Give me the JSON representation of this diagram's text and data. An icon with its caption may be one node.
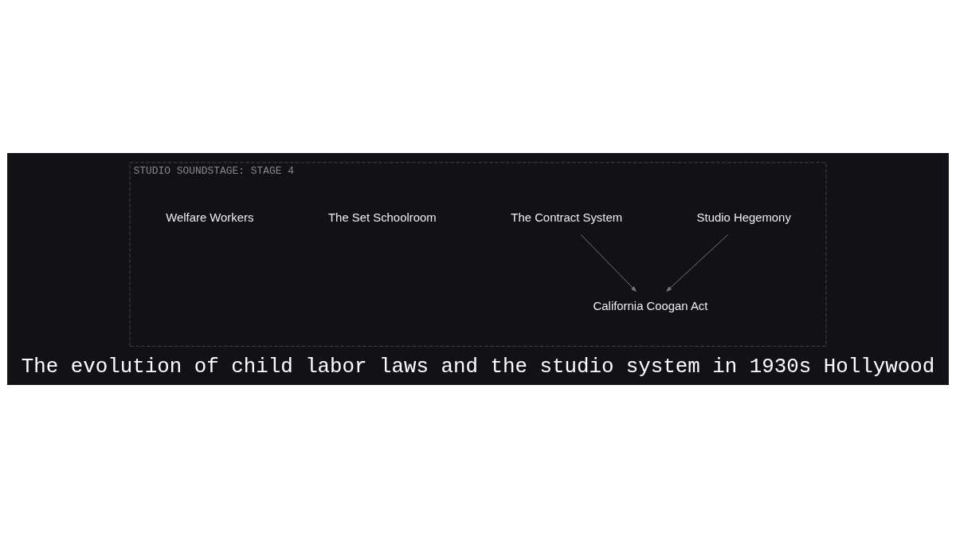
{
  "diagram": {
    "title": "The evolution of child labor laws and the studio system in 1930s Hollywood",
    "nodes": [
      {
        "text": [
          "STUDIO SOUNDSTAGE: STAGE 4"
        ]
      },
      {
        "text": [
          "Studio Hegemony"
        ],
        "in": 0
      },
      {
        "text": [
          "The Contract System"
        ],
        "in": 0
      },
      {
        "text": [
          "The Set Schoolroom"
        ],
        "in": 0
      },
      {
        "text": [
          "California Coogan Act"
        ],
        "in": 0
      },
      {
        "text": [
          "Welfare Workers"
        ],
        "in": 0
      }
    ],
    "edges": [
      {
        "from": 1,
        "to": 4,
        "arrow": "to"
      },
      {
        "from": 2,
        "to": 4,
        "arrow": "to"
      }
    ]
  }
}
